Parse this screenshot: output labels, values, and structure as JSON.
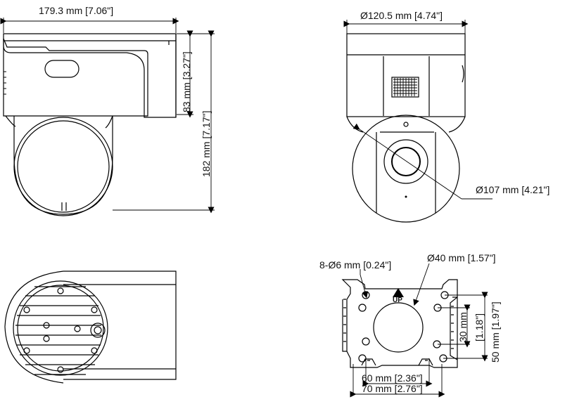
{
  "labels": {
    "side_width": "179.3 mm [7.06\"]",
    "side_height_total": "182 mm [7.17\"]",
    "side_height_upper": "83 mm [3.27\"]",
    "front_diameter": "Ø120.5 mm [4.74\"]",
    "dome_diameter": "Ø107 mm [4.21\"]",
    "hole_spec": "8-Ø6 mm [0.24\"]",
    "center_hole": "Ø40 mm [1.57\"]",
    "mount_30": "30 mm",
    "mount_30_in": "[1.18\"]",
    "mount_50": "50 mm [1.97\"]",
    "mount_60": "60 mm [2.36\"]",
    "mount_70": "70 mm [2.76\"]",
    "up_mark": "UP"
  }
}
